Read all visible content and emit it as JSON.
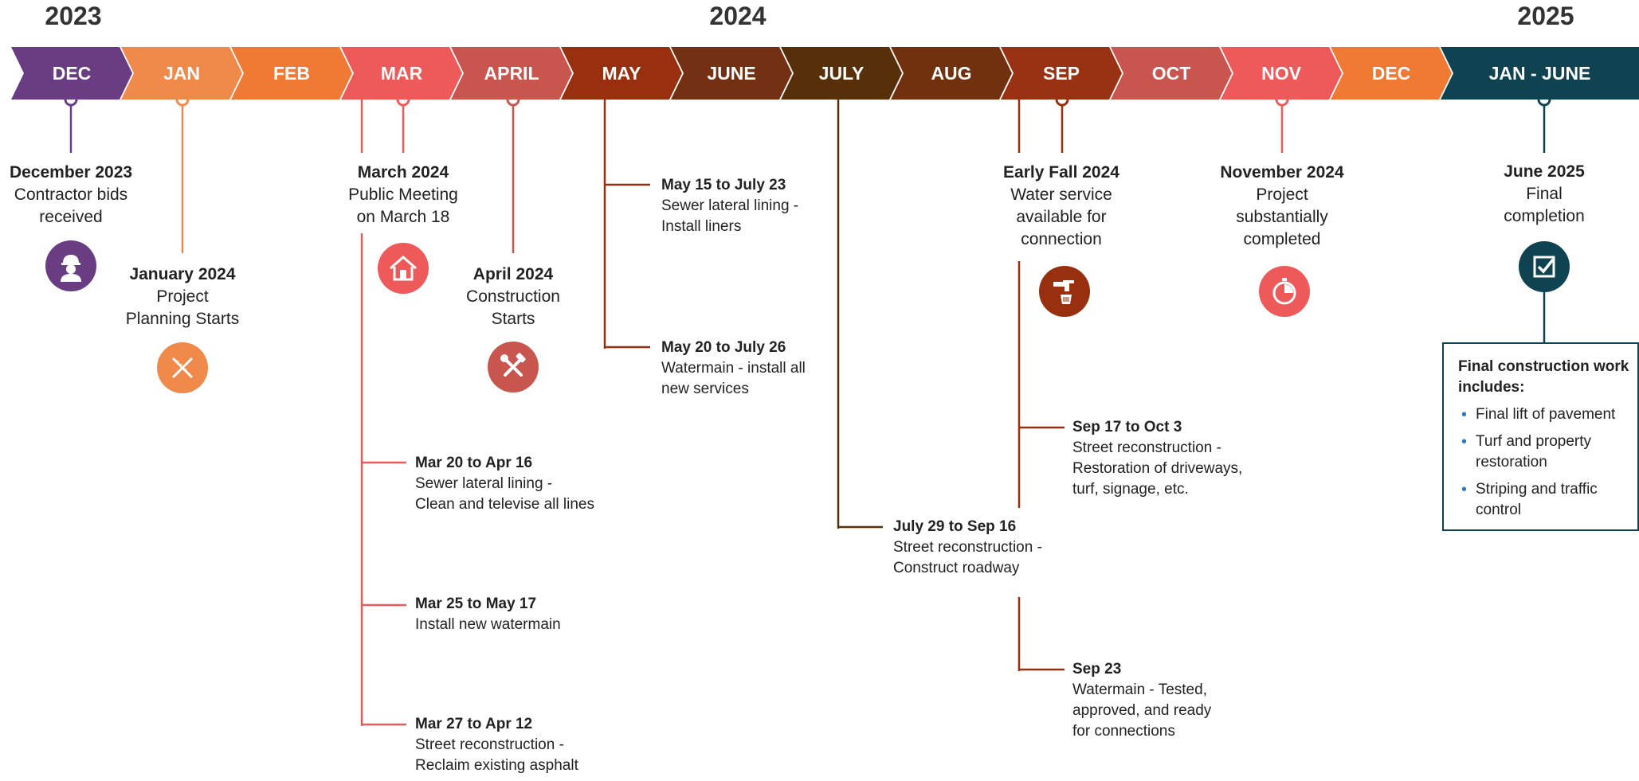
{
  "years": [
    {
      "id": "2023",
      "label": "2023"
    },
    {
      "id": "2024",
      "label": "2024"
    },
    {
      "id": "2025",
      "label": "2025"
    }
  ],
  "months": [
    {
      "label": "DEC",
      "color": "#6a3d83"
    },
    {
      "label": "JAN",
      "color": "#f08a4b"
    },
    {
      "label": "FEB",
      "color": "#f07a34"
    },
    {
      "label": "MAR",
      "color": "#ee5a5a"
    },
    {
      "label": "APRIL",
      "color": "#c9554f"
    },
    {
      "label": "MAY",
      "color": "#98300f"
    },
    {
      "label": "JUNE",
      "color": "#733012"
    },
    {
      "label": "JULY",
      "color": "#57300a"
    },
    {
      "label": "AUG",
      "color": "#71310f"
    },
    {
      "label": "SEP",
      "color": "#983213"
    },
    {
      "label": "OCT",
      "color": "#c9554f"
    },
    {
      "label": "NOV",
      "color": "#ee5a5a"
    },
    {
      "label": "DEC",
      "color": "#f07a34"
    },
    {
      "label": "JAN - JUNE",
      "color": "#0f4351"
    }
  ],
  "milestones": {
    "dec2023": {
      "title": "December 2023",
      "line1": "Contractor bids",
      "line2": "received",
      "color": "#6a3d83",
      "icon": "worker-icon"
    },
    "jan2024": {
      "title": "January 2024",
      "line1": "Project",
      "line2": "Planning Starts",
      "color": "#f08a4b",
      "icon": "ruler-pencil-icon"
    },
    "mar2024": {
      "title": "March 2024",
      "line1": "Public Meeting",
      "line2": "on March 18",
      "color": "#ee5a5a",
      "icon": "house-icon"
    },
    "apr2024": {
      "title": "April 2024",
      "line1": "Construction",
      "line2": "Starts",
      "color": "#c9554f",
      "icon": "tools-icon"
    },
    "fall2024": {
      "title": "Early Fall 2024",
      "line1": "Water service",
      "line2": "available for",
      "line3": "connection",
      "color": "#98300f",
      "icon": "faucet-icon"
    },
    "nov2024": {
      "title": "November 2024",
      "line1": "Project",
      "line2": "substantially",
      "line3": "completed",
      "color": "#ee5a5a",
      "icon": "stopwatch-icon"
    },
    "jun2025": {
      "title": "June 2025",
      "line1": "Final",
      "line2": "completion",
      "color": "#0f4351",
      "icon": "checkbox-icon"
    }
  },
  "tasks": {
    "t1": {
      "title": "May 15 to July 23",
      "line1": "Sewer lateral lining -",
      "line2": "Install liners"
    },
    "t2": {
      "title": "May 20 to July 26",
      "line1": "Watermain - install all",
      "line2": "new services"
    },
    "t3": {
      "title": "Mar 20 to Apr 16",
      "line1": "Sewer lateral lining -",
      "line2": "Clean and televise all lines"
    },
    "t4": {
      "title": "Mar 25 to May 17",
      "line1": "Install new watermain"
    },
    "t5": {
      "title": "Mar 27 to Apr 12",
      "line1": "Street reconstruction -",
      "line2": "Reclaim existing asphalt"
    },
    "t6": {
      "title": "July 29 to Sep 16",
      "line1": "Street reconstruction -",
      "line2": "Construct roadway"
    },
    "t7": {
      "title": "Sep 17 to Oct 3",
      "line1": "Street reconstruction -",
      "line2": "Restoration of  driveways,",
      "line3": "turf, signage, etc."
    },
    "t8": {
      "title": "Sep 23",
      "line1": "Watermain - Tested,",
      "line2": "approved, and ready",
      "line3": "for connections"
    }
  },
  "final_box": {
    "heading1": "Final construction work",
    "heading2": "includes:",
    "items": [
      "Final lift of pavement",
      "Turf and property",
      "restoration",
      "Striping and traffic",
      "control"
    ]
  }
}
